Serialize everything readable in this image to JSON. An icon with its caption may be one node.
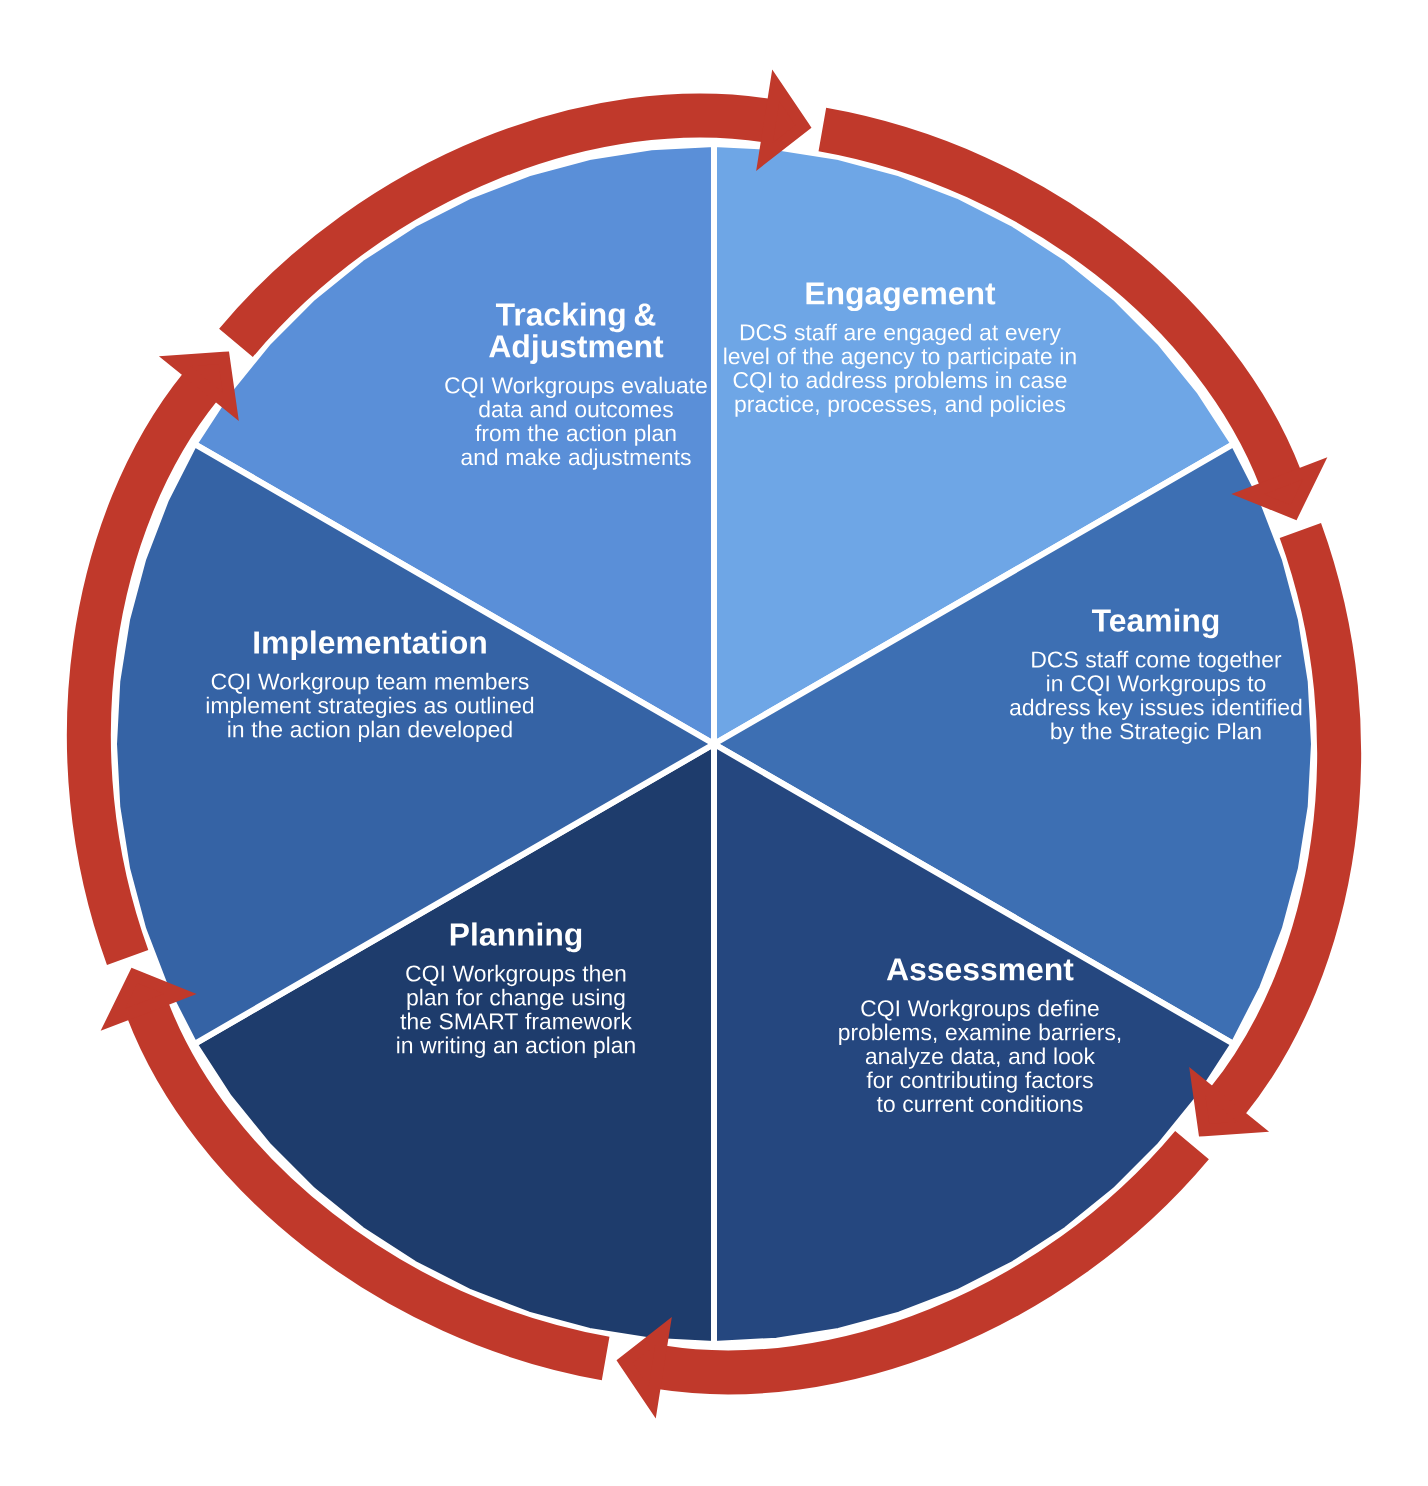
{
  "diagram": {
    "nodes": [
      {
        "text": [
          "Tracking & Adjustment",
          "CQI Workgroups evaluate data and outcomes from the action plan and make adjustments"
        ]
      },
      {
        "text": [
          "Engagement",
          "DCS staff are engaged at every level of the agency to participate in CQI to address problems in case practice, processes, and policies"
        ]
      },
      {
        "text": [
          "Teaming",
          "DCS staff come together in CQI Workgroups to address key issues identified by the Strategic Plan"
        ]
      },
      {
        "text": [
          "Assessment",
          "CQI Workgroups define problems, examine barriers, analyze data, and look for contributing factors to current conditions"
        ]
      },
      {
        "text": [
          "Planning",
          "CQI Workgroups then plan for change using the SMART framework in writing an action plan"
        ]
      },
      {
        "text": [
          "Implementation",
          "CQI Workgroup team members implement strategies as outlined in the action plan developed"
        ]
      }
    ],
    "edges": [
      {
        "from": 0,
        "to": 1,
        "arrow": "to"
      },
      {
        "from": 1,
        "to": 2,
        "arrow": "to"
      },
      {
        "from": 2,
        "to": 3,
        "arrow": "to"
      },
      {
        "from": 3,
        "to": 4,
        "arrow": "to"
      },
      {
        "from": 4,
        "to": 5,
        "arrow": "to"
      },
      {
        "from": 5,
        "to": 0,
        "arrow": "to"
      }
    ]
  }
}
